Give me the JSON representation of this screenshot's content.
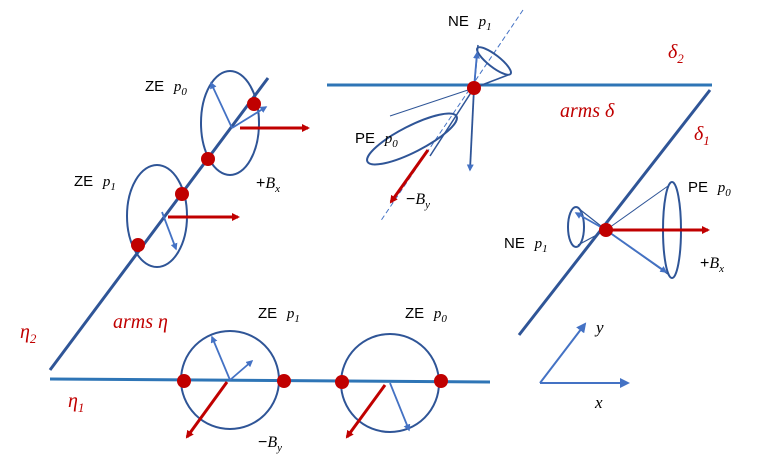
{
  "colors": {
    "axis": "#2E75B6",
    "arm": "#2F5597",
    "arrow_light": "#4472C4",
    "field": "#C00000",
    "node": "#C00000",
    "text": "#000000"
  },
  "arms": {
    "eta": {
      "label": "arms η",
      "eta2": {
        "sym": "η",
        "sub": "2"
      },
      "eta1": {
        "sym": "η",
        "sub": "1"
      }
    },
    "delta": {
      "label": "arms δ",
      "delta2": {
        "sym": "δ",
        "sub": "2"
      },
      "delta1": {
        "sym": "δ",
        "sub": "1"
      }
    }
  },
  "states": {
    "ze_p0_diag": {
      "kind": "ZE",
      "p": "p",
      "sub": "0"
    },
    "ze_p1_diag": {
      "kind": "ZE",
      "p": "p",
      "sub": "1"
    },
    "ze_p1_bottom": {
      "kind": "ZE",
      "p": "p",
      "sub": "1"
    },
    "ze_p0_bottom": {
      "kind": "ZE",
      "p": "p",
      "sub": "0"
    },
    "ne_p1_top": {
      "kind": "NE",
      "p": "p",
      "sub": "1"
    },
    "pe_p0_top": {
      "kind": "PE",
      "p": "p",
      "sub": "0"
    },
    "ne_p1_right": {
      "kind": "NE",
      "p": "p",
      "sub": "1"
    },
    "pe_p0_right": {
      "kind": "PE",
      "p": "p",
      "sub": "0"
    }
  },
  "fields": {
    "plus_bx_diag": {
      "sign": "+",
      "b": "B",
      "sub": "x"
    },
    "minus_by_top": {
      "sign": "−",
      "b": "B",
      "sub": "y"
    },
    "plus_bx_right": {
      "sign": "+",
      "b": "B",
      "sub": "x"
    },
    "minus_by_bottom": {
      "sign": "−",
      "b": "B",
      "sub": "y"
    }
  },
  "axes": {
    "x": "x",
    "y": "y"
  }
}
